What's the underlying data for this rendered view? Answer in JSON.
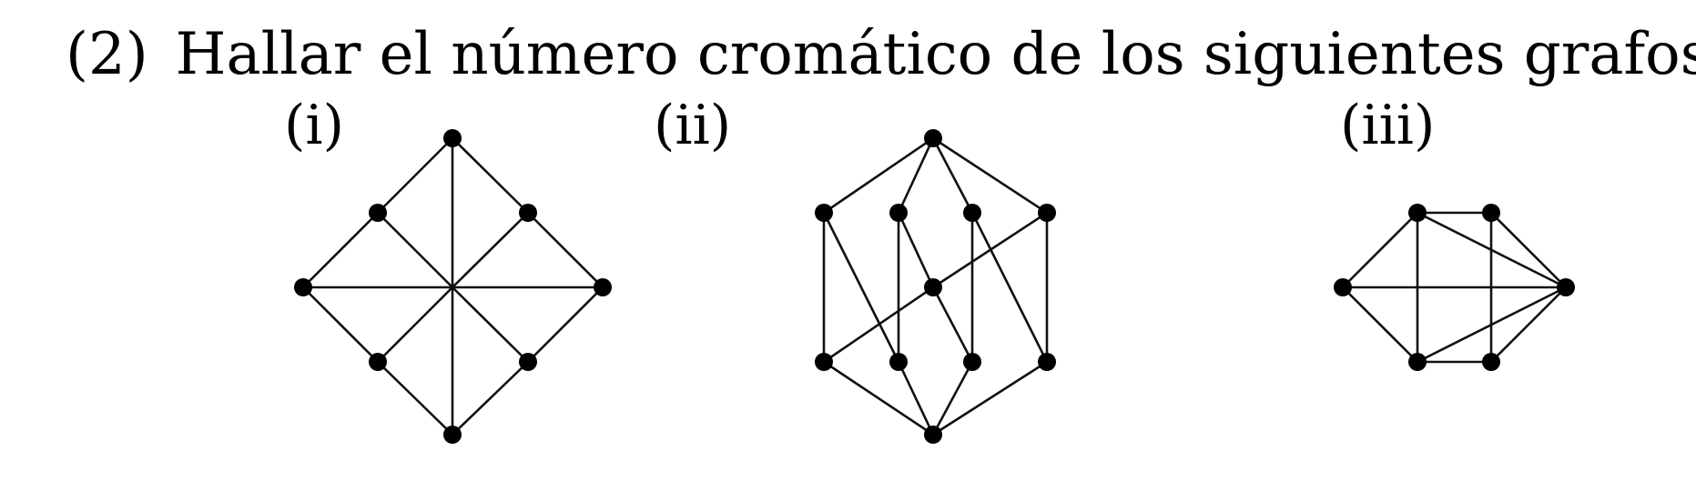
{
  "problem": {
    "number": "(2)",
    "statement": "Hallar el número cromático de los siguientes grafos."
  },
  "graphs": [
    {
      "label": "(i)"
    },
    {
      "label": "(ii)"
    },
    {
      "label": "(iii)"
    }
  ],
  "colors": {
    "text": "#000000",
    "vertex": "#000000",
    "edge": "#111111",
    "background": "#ffffff"
  }
}
